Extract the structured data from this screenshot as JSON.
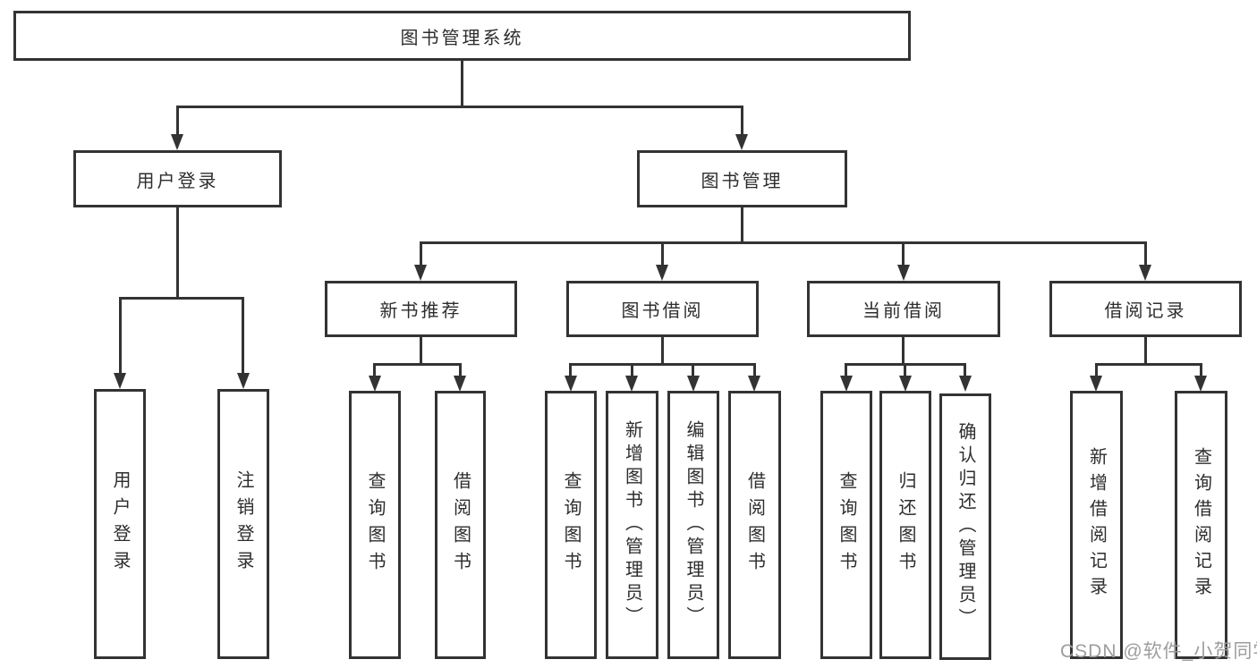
{
  "diagram": {
    "type": "hierarchy-tree",
    "tree": {
      "label": "图书管理系统",
      "children": [
        {
          "label": "用户登录",
          "children": [
            {
              "label": "用户登录"
            },
            {
              "label": "注销登录"
            }
          ]
        },
        {
          "label": "图书管理",
          "children": [
            {
              "label": "新书推荐",
              "children": [
                {
                  "label": "查询图书"
                },
                {
                  "label": "借阅图书"
                }
              ]
            },
            {
              "label": "图书借阅",
              "children": [
                {
                  "label": "查询图书"
                },
                {
                  "label": "新增图书（管理员）"
                },
                {
                  "label": "编辑图书（管理员）"
                },
                {
                  "label": "借阅图书"
                }
              ]
            },
            {
              "label": "当前借阅",
              "children": [
                {
                  "label": "查询图书"
                },
                {
                  "label": "归还图书"
                },
                {
                  "label": "确认归还（管理员）"
                }
              ]
            },
            {
              "label": "借阅记录",
              "children": [
                {
                  "label": "新增借阅记录"
                },
                {
                  "label": "查询借阅记录"
                }
              ]
            }
          ]
        }
      ]
    },
    "watermark": {
      "text": "CSDN @软件_小贺同学"
    },
    "colors": {
      "line": "#333333",
      "box_border": "#333333",
      "text": "#2d2d2d",
      "watermark": "#9d9d9d",
      "background": "#ffffff"
    }
  }
}
